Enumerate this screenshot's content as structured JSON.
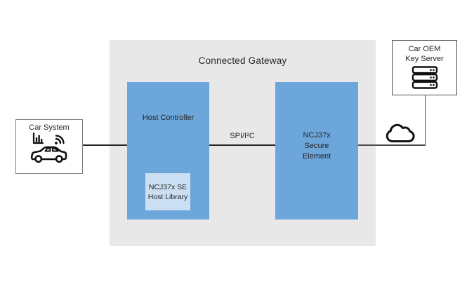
{
  "diagram": {
    "title": "Connected Gateway",
    "nodes": {
      "car_system": {
        "label": "Car System",
        "icon": "car-telemetry-icon"
      },
      "host_controller": {
        "label": "Host Controller"
      },
      "host_library": {
        "lines": [
          "NCJ37x SE",
          "Host Library"
        ]
      },
      "secure_element": {
        "lines": [
          "NCJ37x",
          "Secure",
          "Element"
        ]
      },
      "key_server": {
        "lines": [
          "Car OEM",
          "Key Server"
        ],
        "icon": "server-icon"
      },
      "cloud": {
        "icon": "cloud-icon"
      }
    },
    "connections": {
      "host_to_se_label": "SPI/I²C"
    },
    "colors": {
      "panel_bg": "#e8e8e8",
      "node_blue": "#6ca6db",
      "node_light_blue": "#cbdef2",
      "connector_dark": "#262626",
      "connector_gray": "#4d4d4d",
      "car_system_border": "#7f7f7f",
      "key_server_border": "#4d4d4d"
    }
  }
}
